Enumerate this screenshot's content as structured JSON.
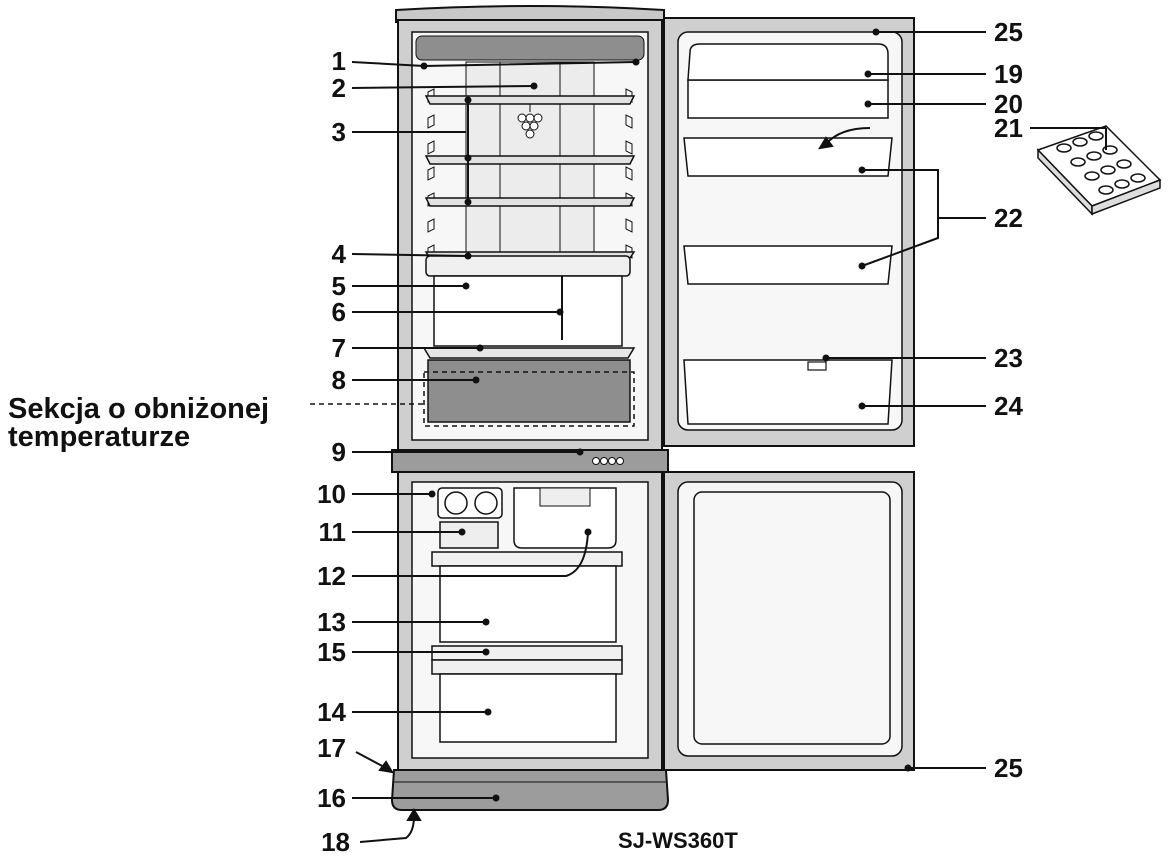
{
  "model": "SJ-WS360T",
  "section_label_lines": [
    "Sekcja o obniżonej",
    "temperaturze"
  ],
  "numbers": {
    "n1": "1",
    "n2": "2",
    "n3": "3",
    "n4": "4",
    "n5": "5",
    "n6": "6",
    "n7": "7",
    "n8": "8",
    "n9": "9",
    "n10": "10",
    "n11": "11",
    "n12": "12",
    "n13": "13",
    "n14": "14",
    "n15": "15",
    "n16": "16",
    "n17": "17",
    "n18": "18",
    "n19": "19",
    "n20": "20",
    "n21": "21",
    "n22": "22",
    "n23": "23",
    "n24": "24",
    "n25a": "25",
    "n25b": "25"
  },
  "colors": {
    "cabinet": "#cfcfcf",
    "interior": "#f7f7f7",
    "dark": "#8e8e8e",
    "line": "#111111"
  }
}
